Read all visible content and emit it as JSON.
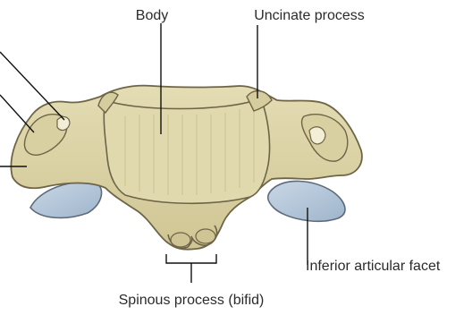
{
  "diagram": {
    "labels": {
      "body": "Body",
      "uncinate_process": "Uncinate process",
      "inferior_articular_facet": "Inferior articular facet",
      "spinous_process": "Spinous process (bifid)"
    },
    "colors": {
      "bone_fill": "#ddd5a8",
      "bone_shade": "#b9ae7c",
      "bone_outline": "#6e6447",
      "facet_fill": "#b7c9dc",
      "leader_line": "#111111",
      "label_text": "#2b2b2b"
    }
  }
}
